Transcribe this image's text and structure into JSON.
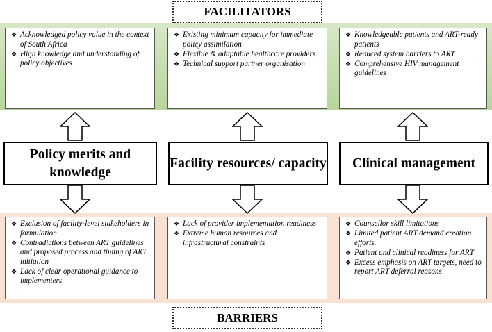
{
  "headers": {
    "facilitators": "FACILITATORS",
    "barriers": "BARRIERS"
  },
  "bullet_glyph": "❖",
  "colors": {
    "facilitators_band": "#c6dfb0",
    "barriers_band": "#f9e2d2"
  },
  "categories": [
    "Policy merits and knowledge",
    "Facility resources/ capacity",
    "Clinical management"
  ],
  "facilitators": [
    [
      "Acknowledged policy value in the context of South Africa",
      "High knowledge and understanding of policy objectives"
    ],
    [
      "Existing minimum capacity for immediate policy assimilation",
      "Flexible & adaptable healthcare providers",
      "Technical support partner organisation"
    ],
    [
      "Knowledgeable patients and ART-ready patients",
      "Reduced system barriers to ART",
      "Comprehensive HIV management guidelines"
    ]
  ],
  "barriers": [
    [
      "Exclusion of facility-level stakeholders in formulation",
      "Contradictions between ART guidelines and proposed process and timing of ART initiation",
      "Lack of clear operational guidance to implementers"
    ],
    [
      "Lack of provider implementation readiness",
      "Extreme human resources and infrastructural constraints"
    ],
    [
      "Counsellor skill limitations",
      "Limited patient ART demand creation efforts.",
      "Patient and clinical readiness for ART",
      "Excess emphasis on ART targets, need to report ART deferral reasons"
    ]
  ]
}
